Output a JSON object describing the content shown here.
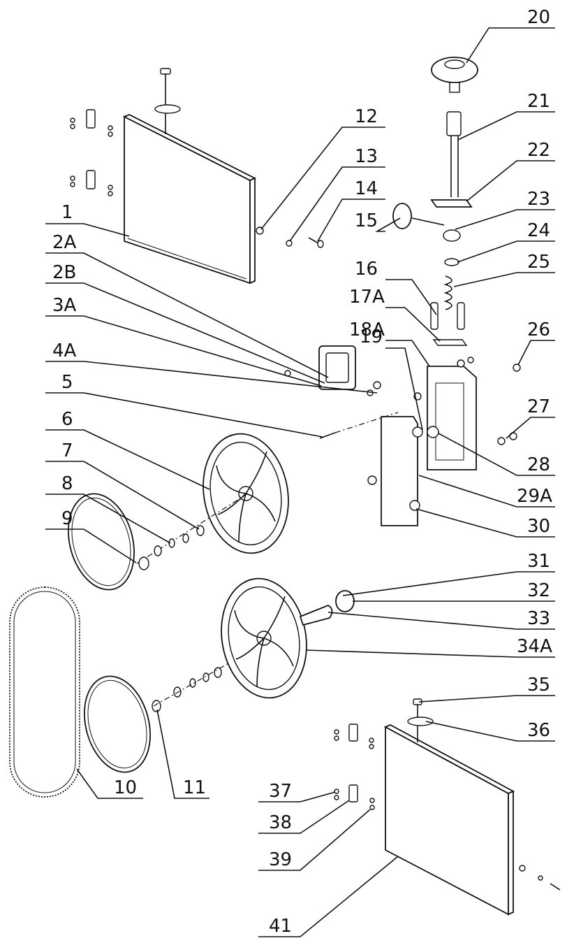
{
  "labels": {
    "l1": "1",
    "l2A": "2A",
    "l2B": "2B",
    "l3A": "3A",
    "l4A": "4A",
    "l5": "5",
    "l6": "6",
    "l7": "7",
    "l8": "8",
    "l9": "9",
    "l10": "10",
    "l11": "11",
    "l12": "12",
    "l13": "13",
    "l14": "14",
    "l15": "15",
    "l16": "16",
    "l17A": "17A",
    "l18A": "18A",
    "l19": "19",
    "l20": "20",
    "l21": "21",
    "l22": "22",
    "l23": "23",
    "l24": "24",
    "l25": "25",
    "l26": "26",
    "l27": "27",
    "l28": "28",
    "l29A": "29A",
    "l30": "30",
    "l31": "31",
    "l32": "32",
    "l33": "33",
    "l34A": "34A",
    "l35": "35",
    "l36": "36",
    "l37": "37",
    "l38": "38",
    "l39": "39",
    "l41": "41"
  }
}
